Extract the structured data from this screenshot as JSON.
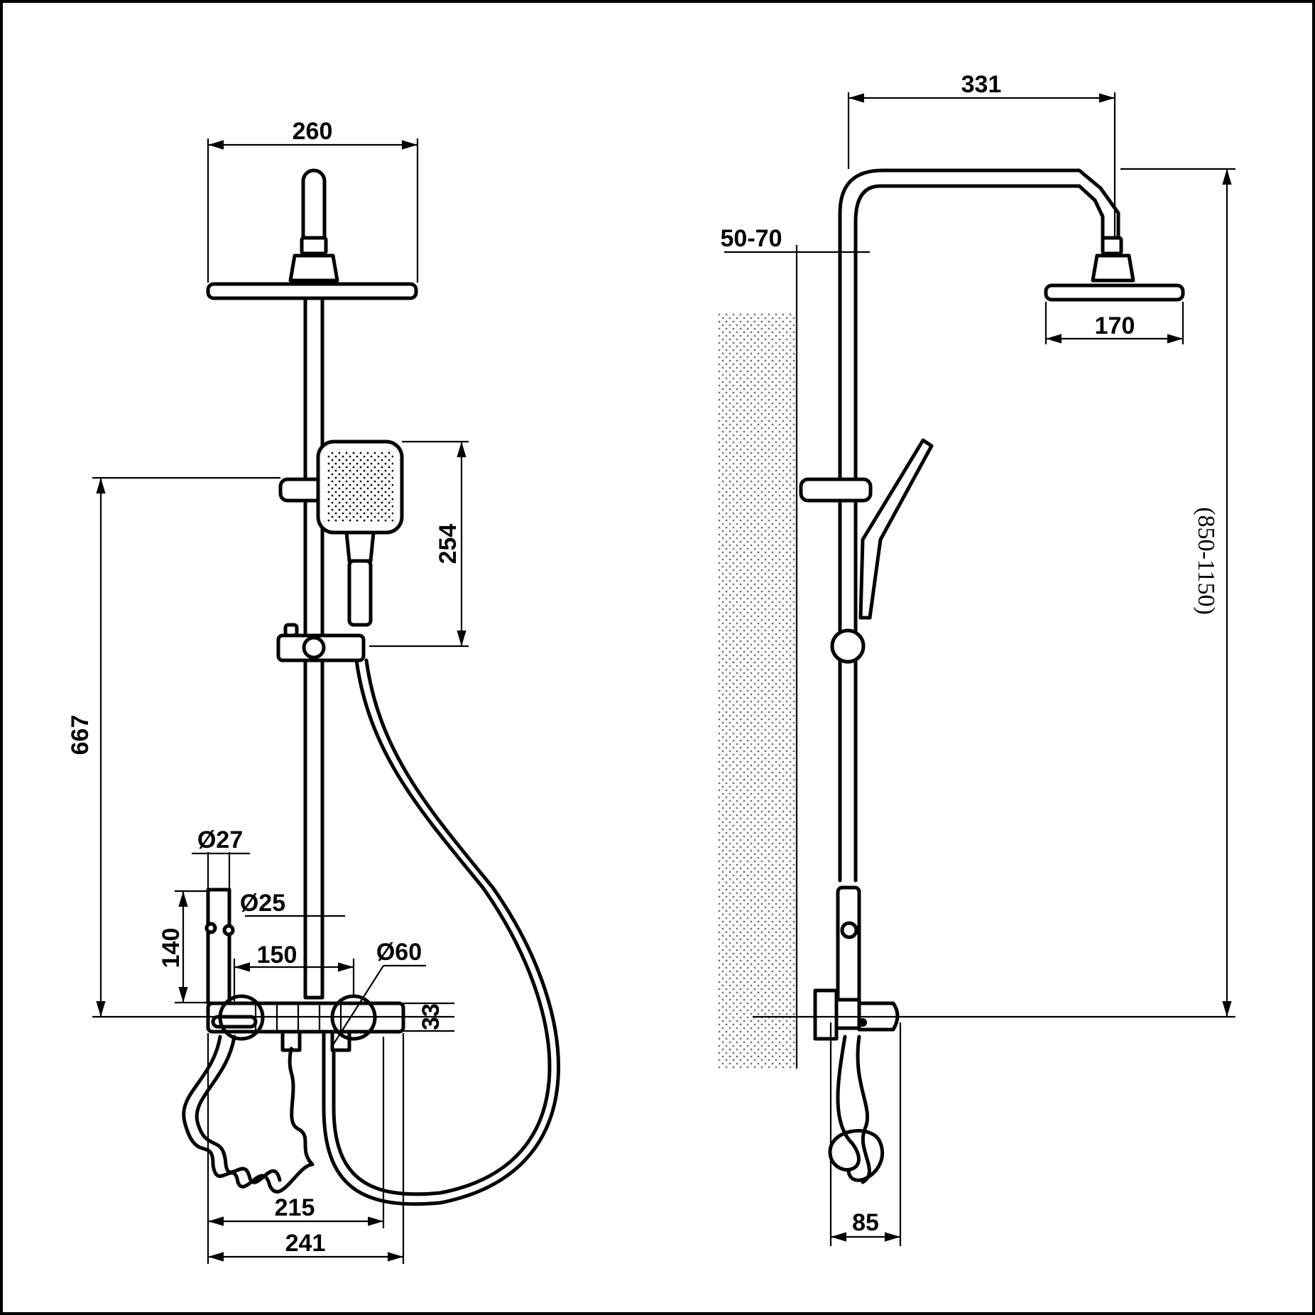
{
  "front_view": {
    "dims": {
      "head_width": "260",
      "handshower_height": "254",
      "slide_height": "667",
      "diameter_27": "Ø27",
      "diameter_25": "Ø25",
      "spout_height": "140",
      "inlet_centers": "150",
      "diameter_60": "Ø60",
      "valve_depth": "33",
      "inlet_span": "215",
      "valve_width": "241"
    }
  },
  "side_view": {
    "dims": {
      "arm_reach": "331",
      "wall_gap": "50-70",
      "head_width": "170",
      "height_range": "(850-1150)",
      "valve_projection": "85"
    }
  },
  "colors": {
    "line": "#000000",
    "background": "#ffffff"
  }
}
